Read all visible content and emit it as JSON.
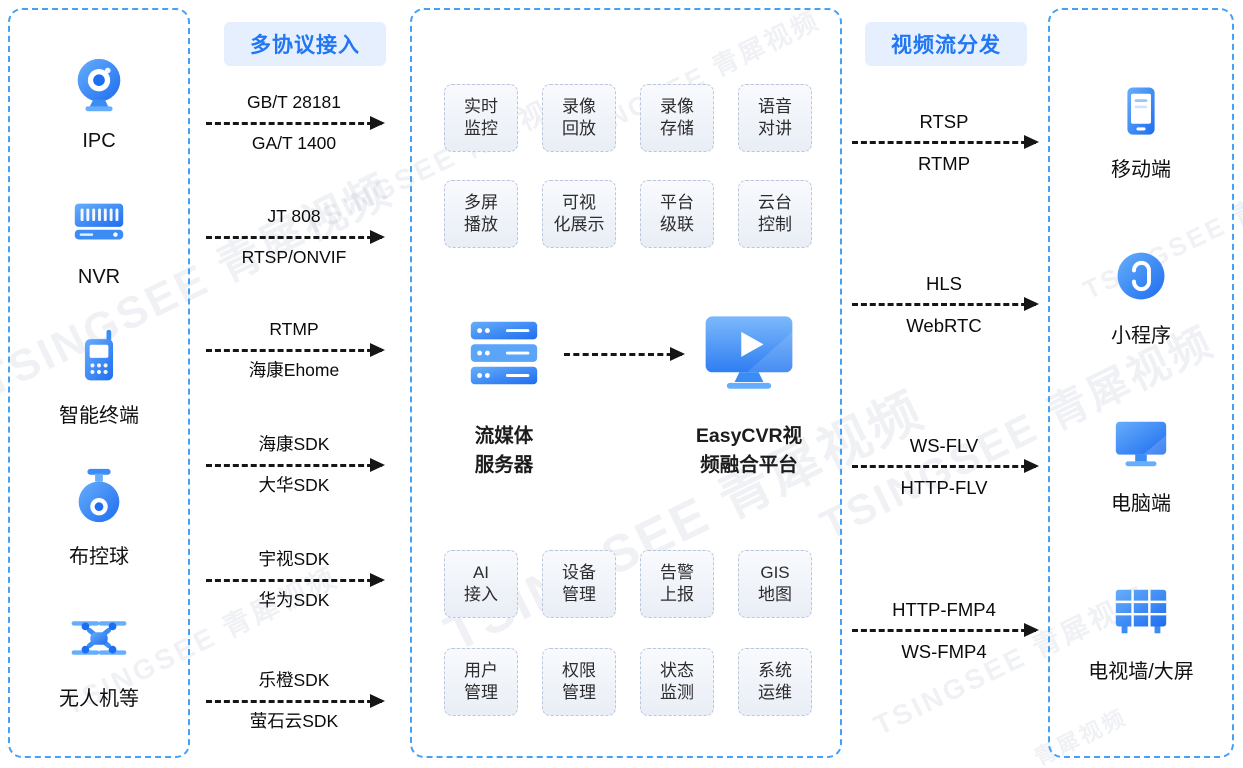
{
  "watermark": {
    "text": "TSINGSEE 青犀视频",
    "brand": "TSINGSEE",
    "cn": "青犀视频"
  },
  "left_panel": {
    "items": [
      {
        "label": "IPC",
        "icon": "ipc-camera-icon"
      },
      {
        "label": "NVR",
        "icon": "nvr-icon"
      },
      {
        "label": "智能终端",
        "icon": "smart-terminal-icon"
      },
      {
        "label": "布控球",
        "icon": "ptz-ball-camera-icon"
      },
      {
        "label": "无人机等",
        "icon": "drone-icon"
      }
    ]
  },
  "protocol_section": {
    "title": "多协议接入",
    "arrows": [
      {
        "top": "GB/T 28181",
        "bottom": "GA/T 1400"
      },
      {
        "top": "JT 808",
        "bottom": "RTSP/ONVIF"
      },
      {
        "top": "RTMP",
        "bottom": "海康Ehome"
      },
      {
        "top": "海康SDK",
        "bottom": "大华SDK"
      },
      {
        "top": "宇视SDK",
        "bottom": "华为SDK"
      },
      {
        "top": "乐橙SDK",
        "bottom": "萤石云SDK"
      }
    ]
  },
  "center_panel": {
    "top_features": [
      {
        "l1": "实时",
        "l2": "监控"
      },
      {
        "l1": "录像",
        "l2": "回放"
      },
      {
        "l1": "录像",
        "l2": "存储"
      },
      {
        "l1": "语音",
        "l2": "对讲"
      },
      {
        "l1": "多屏",
        "l2": "播放"
      },
      {
        "l1": "可视",
        "l2": "化展示"
      },
      {
        "l1": "平台",
        "l2": "级联"
      },
      {
        "l1": "云台",
        "l2": "控制"
      }
    ],
    "server": {
      "l1": "流媒体",
      "l2": "服务器",
      "icon": "media-server-icon"
    },
    "platform": {
      "l1": "EasyCVR视",
      "l2": "频融合平台",
      "icon": "easycvr-platform-icon"
    },
    "bottom_features": [
      {
        "l1": "AI",
        "l2": "接入"
      },
      {
        "l1": "设备",
        "l2": "管理"
      },
      {
        "l1": "告警",
        "l2": "上报"
      },
      {
        "l1": "GIS",
        "l2": "地图"
      },
      {
        "l1": "用户",
        "l2": "管理"
      },
      {
        "l1": "权限",
        "l2": "管理"
      },
      {
        "l1": "状态",
        "l2": "监测"
      },
      {
        "l1": "系统",
        "l2": "运维"
      }
    ]
  },
  "distribution_section": {
    "title": "视频流分发",
    "arrows": [
      {
        "top": "RTSP",
        "bottom": "RTMP"
      },
      {
        "top": "HLS",
        "bottom": "WebRTC"
      },
      {
        "top": "WS-FLV",
        "bottom": "HTTP-FLV"
      },
      {
        "top": "HTTP-FMP4",
        "bottom": "WS-FMP4"
      }
    ]
  },
  "right_panel": {
    "items": [
      {
        "label": "移动端",
        "icon": "mobile-phone-icon"
      },
      {
        "label": "小程序",
        "icon": "miniprogram-icon"
      },
      {
        "label": "电脑端",
        "icon": "desktop-pc-icon"
      },
      {
        "label": "电视墙/大屏",
        "icon": "tv-wall-icon"
      }
    ]
  },
  "colors": {
    "accent": "#2e84f3",
    "panel_border": "#45a0f7",
    "badge_bg": "#e6effd",
    "badge_text": "#2176f3"
  }
}
